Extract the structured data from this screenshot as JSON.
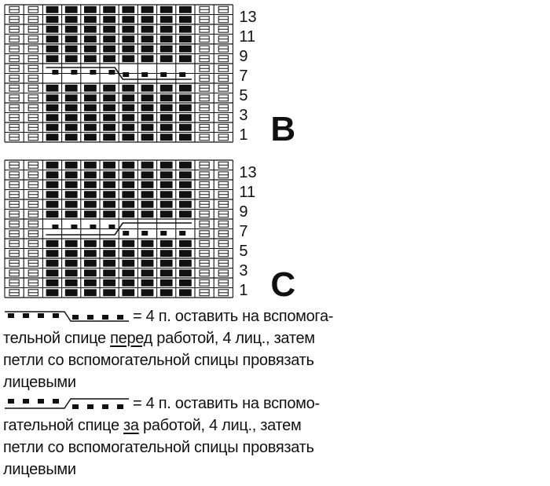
{
  "charts": [
    {
      "id": "b",
      "letter": "B",
      "row_numbers": [
        "13",
        "11",
        "9",
        "7",
        "5",
        "3",
        "1"
      ],
      "cable_row": "7",
      "cable_direction": "front"
    },
    {
      "id": "c",
      "letter": "C",
      "row_numbers": [
        "13",
        "11",
        "9",
        "7",
        "5",
        "3",
        "1"
      ],
      "cable_row": "7",
      "cable_direction": "back"
    }
  ],
  "legend": [
    {
      "symbol": "cable-front",
      "line1_pre": "= 4 п. оставить на вспомога-",
      "line2_pre": "тельной спице ",
      "line2_emph": "перед",
      "line2_post": " работой, 4 лиц., затем",
      "line3": "петли со вспомогательной спицы провязать",
      "line4": "лицевыми"
    },
    {
      "symbol": "cable-back",
      "line1_pre": "= 4 п. оставить на вспомо-",
      "line2_pre": "гательной спице ",
      "line2_emph": "за",
      "line2_post": " работой, 4 лиц., затем",
      "line3": "петли со вспомогательной спицы провязать",
      "line4": "лицевыми"
    }
  ]
}
